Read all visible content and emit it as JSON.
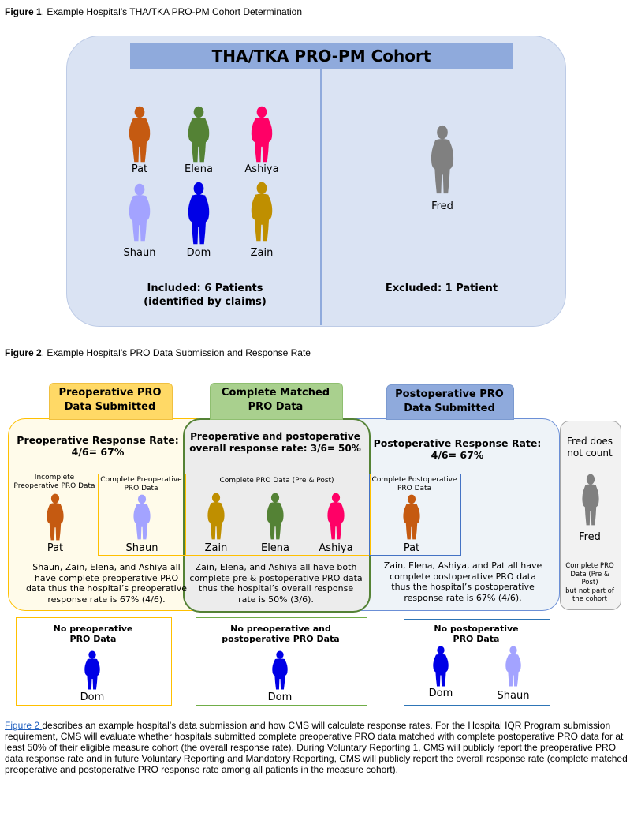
{
  "figure1": {
    "caption_label": "Figure 1",
    "caption_text": ". Example Hospital’s THA/TKA PRO-PM Cohort Determination",
    "header": "THA/TKA PRO-PM Cohort",
    "included": [
      {
        "name": "Pat",
        "color": "#c55a11"
      },
      {
        "name": "Elena",
        "color": "#548235"
      },
      {
        "name": "Ashiya",
        "color": "#ff0066"
      },
      {
        "name": "Shaun",
        "color": "#a3a3ff"
      },
      {
        "name": "Dom",
        "color": "#0000e6"
      },
      {
        "name": "Zain",
        "color": "#bf8f00"
      }
    ],
    "excluded": [
      {
        "name": "Fred",
        "color": "#808080"
      }
    ],
    "included_label_1": "Included: 6 Patients",
    "included_label_2": "(identified by claims)",
    "excluded_label": "Excluded: 1 Patient",
    "colors": {
      "panel": "#dae3f3",
      "header": "#8faadc",
      "divider": "#8faadc"
    }
  },
  "figure2": {
    "caption_label": "Figure 2",
    "caption_text": ". Example Hospital’s PRO Data Submission and Response Rate",
    "pre_tab": [
      "Preoperative PRO",
      "Data Submitted"
    ],
    "mid_tab": [
      "Complete Matched",
      "PRO Data"
    ],
    "post_tab": [
      "Postoperative PRO",
      "Data Submitted"
    ],
    "pre_rate": [
      "Preoperative Response Rate:",
      "4/6= 67%"
    ],
    "mid_rate": [
      "Preoperative and postoperative",
      "overall response rate: 3/6= 50%"
    ],
    "post_rate": [
      "Postoperative Response Rate:",
      "4/6= 67%"
    ],
    "incomplete_pre_label": [
      "Incomplete",
      "Preoperative PRO Data"
    ],
    "complete_pre_label": [
      "Complete Preoperative",
      "PRO Data"
    ],
    "complete_prepost_label": "Complete PRO Data (Pre & Post)",
    "complete_post_label": [
      "Complete Postoperative",
      "PRO Data"
    ],
    "names": {
      "pat1": "Pat",
      "shaun1": "Shaun",
      "zain": "Zain",
      "elena": "Elena",
      "ashiya": "Ashiya",
      "pat2": "Pat",
      "fred": "Fred",
      "dom1": "Dom",
      "dom2": "Dom",
      "dom3": "Dom",
      "shaun2": "Shaun"
    },
    "pre_para": [
      "Shaun, Zain, Elena, and Ashiya all",
      "have complete preoperative PRO",
      "data thus the hospital’s preoperative",
      "response rate is 67% (4/6)."
    ],
    "mid_para": [
      "Zain, Elena, and Ashiya all have both",
      "complete pre & postoperative PRO data",
      "thus the hospital’s overall response",
      "rate is 50% (3/6)."
    ],
    "post_para": [
      "Zain, Elena, Ashiya, and Pat all have",
      "complete postoperative PRO data",
      "thus the hospital’s postoperative",
      "response rate is 67% (4/6)."
    ],
    "fred_title": [
      "Fred does",
      "not count"
    ],
    "fred_note": [
      "Complete PRO",
      "Data (Pre &",
      "Post)",
      "but not part of",
      "the cohort"
    ],
    "no_pre": [
      "No preoperative",
      "PRO Data"
    ],
    "no_both": [
      "No preoperative and",
      "postoperative PRO Data"
    ],
    "no_post": [
      "No postoperative",
      "PRO Data"
    ],
    "colors": {
      "pre": "#ffd966",
      "mid": "#a9d08e",
      "post": "#8faadc",
      "pre_border": "#ffc000",
      "mid_border": "#548235",
      "post_border": "#4472c4",
      "fred_border": "#a6a6a6"
    }
  },
  "body": {
    "link_text": "Figure 2 ",
    "text": "describes an example hospital’s data submission and how CMS will calculate response rates. For the Hospital IQR Program submission requirement, CMS will evaluate whether hospitals submitted complete preoperative PRO data matched with complete postoperative PRO data for at least 50% of their eligible measure cohort (the overall response rate). During Voluntary Reporting 1, CMS will publicly report the preoperative PRO data response rate and in future Voluntary Reporting and Mandatory Reporting, CMS will publicly report the overall response rate (complete matched preoperative and postoperative PRO response rate among all patients in the measure cohort)."
  }
}
